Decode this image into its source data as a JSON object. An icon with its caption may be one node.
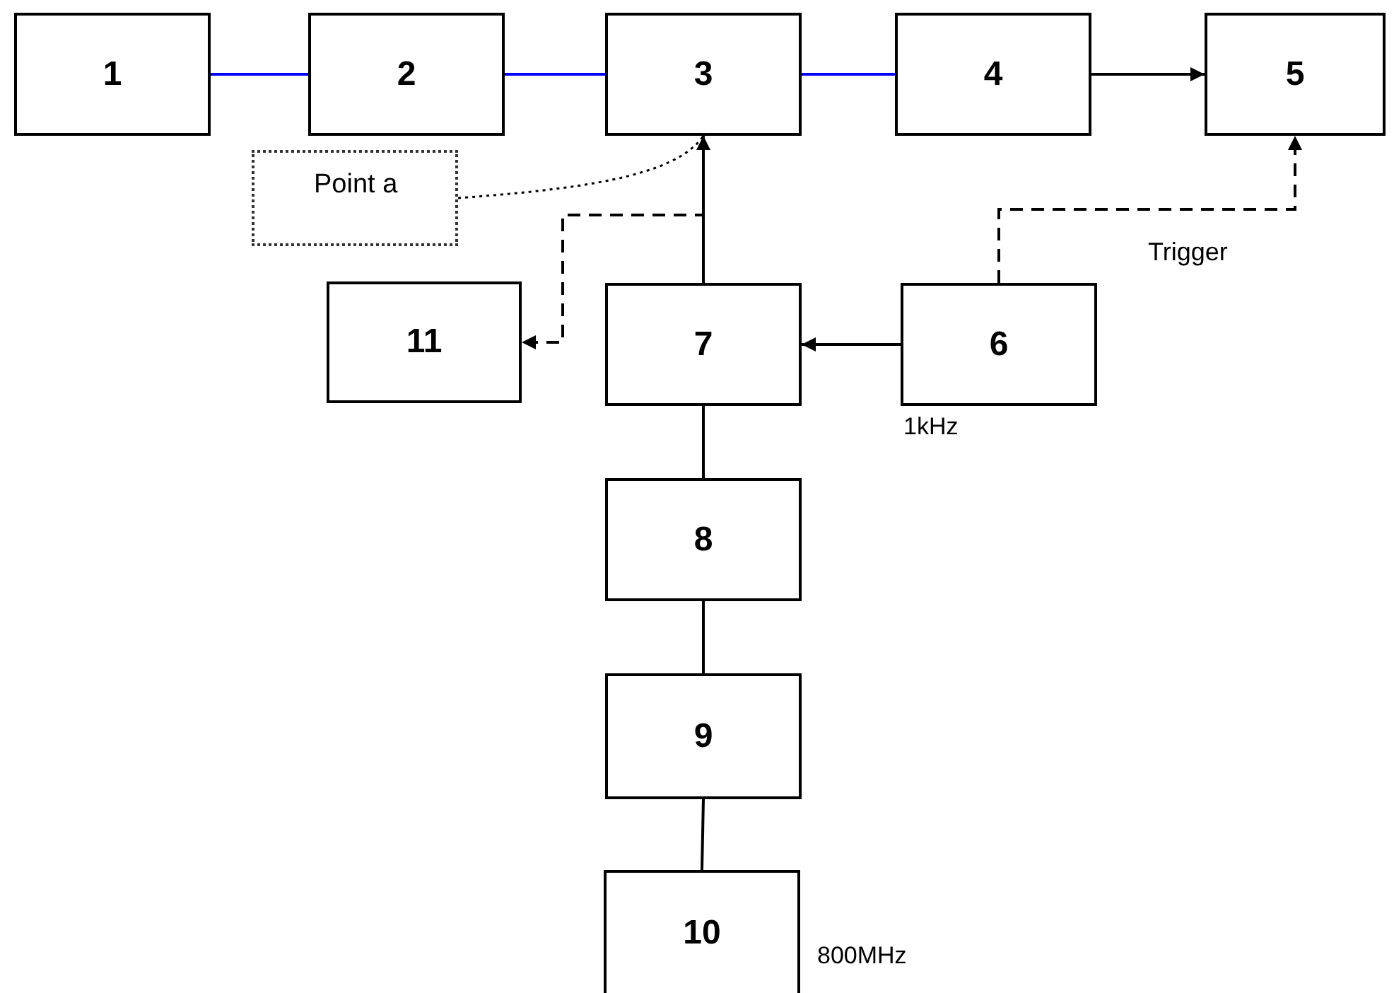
{
  "diagram": {
    "nodes": [
      {
        "text": [
          "1"
        ]
      },
      {
        "text": [
          "2"
        ]
      },
      {
        "text": [
          "3"
        ]
      },
      {
        "text": [
          "4"
        ]
      },
      {
        "text": [
          "5"
        ]
      },
      {
        "text": [
          "6"
        ],
        "beside": [
          "1kHz"
        ]
      },
      {
        "text": [
          "7"
        ]
      },
      {
        "text": [
          "8"
        ]
      },
      {
        "text": [
          "9"
        ]
      },
      {
        "text": [
          "10"
        ],
        "beside": [
          "800MHz"
        ]
      },
      {
        "text": [
          "11"
        ]
      },
      {
        "text": [
          "Point a"
        ]
      }
    ],
    "edges": [
      {
        "from": 0,
        "to": 1,
        "arrow": "none",
        "color": "#0000ff"
      },
      {
        "from": 1,
        "to": 2,
        "arrow": "none",
        "color": "#0000ff"
      },
      {
        "from": 2,
        "to": 3,
        "arrow": "none",
        "color": "#0000ff"
      },
      {
        "from": 3,
        "to": 4,
        "arrow": "to"
      },
      {
        "from": 6,
        "to": 2,
        "arrow": "to"
      },
      {
        "from": 5,
        "to": 6,
        "arrow": "to"
      },
      {
        "from": 5,
        "to": 4,
        "arrow": "to",
        "style": "dashed",
        "label": "Trigger"
      },
      {
        "from": 6,
        "to": 10,
        "arrow": "to",
        "style": "dashed"
      },
      {
        "from": 6,
        "to": 7,
        "arrow": "none"
      },
      {
        "from": 7,
        "to": 8,
        "arrow": "none"
      },
      {
        "from": 8,
        "to": 9,
        "arrow": "none"
      },
      {
        "from": 11,
        "to": 2,
        "arrow": "none",
        "style": "dashed"
      }
    ]
  }
}
